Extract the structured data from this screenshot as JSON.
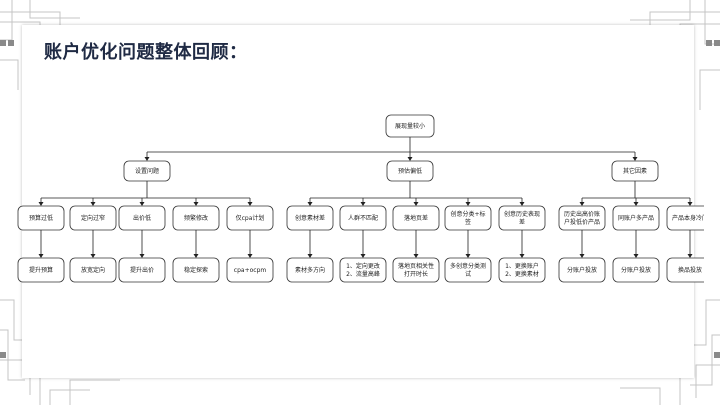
{
  "page": {
    "title": "账户优化问题整体回顾："
  },
  "diagram": {
    "root": "展现量较小",
    "branches": [
      {
        "label": "设置问题",
        "children": [
          {
            "label": [
              "预算过低"
            ],
            "leaf": [
              "提升预算"
            ]
          },
          {
            "label": [
              "定向过窄"
            ],
            "leaf": [
              "放宽定向"
            ]
          },
          {
            "label": [
              "出价低"
            ],
            "leaf": [
              "提升出价"
            ]
          },
          {
            "label": [
              "频繁修改"
            ],
            "leaf": [
              "稳定探索"
            ]
          },
          {
            "label": [
              "仅cpa计划"
            ],
            "leaf": [
              "cpa+ocpm"
            ]
          }
        ]
      },
      {
        "label": "预估偏低",
        "children": [
          {
            "label": [
              "创意素材差"
            ],
            "leaf": [
              "素材多方向"
            ]
          },
          {
            "label": [
              "人群不匹配"
            ],
            "leaf": [
              "1、定向更改",
              "2、流量高峰"
            ]
          },
          {
            "label": [
              "落地页差"
            ],
            "leaf": [
              "落地页相关性",
              "打开时长"
            ]
          },
          {
            "label": [
              "创意分类+标",
              "签"
            ],
            "leaf": [
              "多创意分类测",
              "试"
            ]
          },
          {
            "label": [
              "创意历史表现",
              "差"
            ],
            "leaf": [
              "1、更换账户",
              "2、更换素材"
            ]
          }
        ]
      },
      {
        "label": "其它因素",
        "children": [
          {
            "label": [
              "历史出高价账",
              "户投低价产品"
            ],
            "leaf": [
              "分账户投放"
            ]
          },
          {
            "label": [
              "同账户多产品"
            ],
            "leaf": [
              "分账户投放"
            ]
          },
          {
            "label": [
              "产品本身冷门"
            ],
            "leaf": [
              "换品投放"
            ]
          }
        ]
      }
    ]
  }
}
